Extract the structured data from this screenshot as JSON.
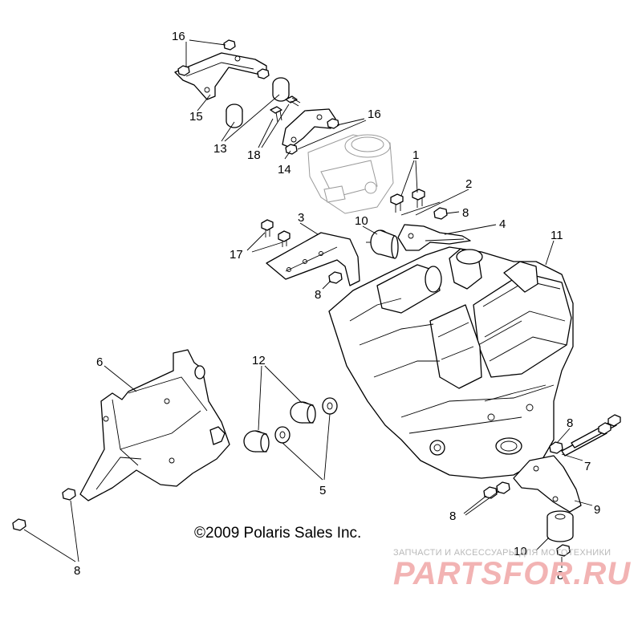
{
  "callouts": {
    "c16a": "16",
    "c15": "15",
    "c13": "13",
    "c18": "18",
    "c14": "14",
    "c16b": "16",
    "c1": "1",
    "c2": "2",
    "c8a": "8",
    "c4": "4",
    "c3": "3",
    "c10a": "10",
    "c17": "17",
    "c8b": "8",
    "c11": "11",
    "c6": "6",
    "c12": "12",
    "c5": "5",
    "c8c": "8",
    "c7": "7",
    "c9": "9",
    "c8d": "8",
    "c8e": "8",
    "c10b": "10",
    "c8f": "8"
  },
  "copyright": "©2009 Polaris Sales Inc.",
  "watermark": {
    "tagline": "ЗАПЧАСТИ И АКСЕССУАРЫ ДЛЯ МОТОТЕХНИКИ",
    "brand": "PARTSFOR.RU"
  },
  "colors": {
    "line": "#000000",
    "watermark_gray": "#b9b9b9",
    "watermark_red": "#f2b3b3"
  }
}
